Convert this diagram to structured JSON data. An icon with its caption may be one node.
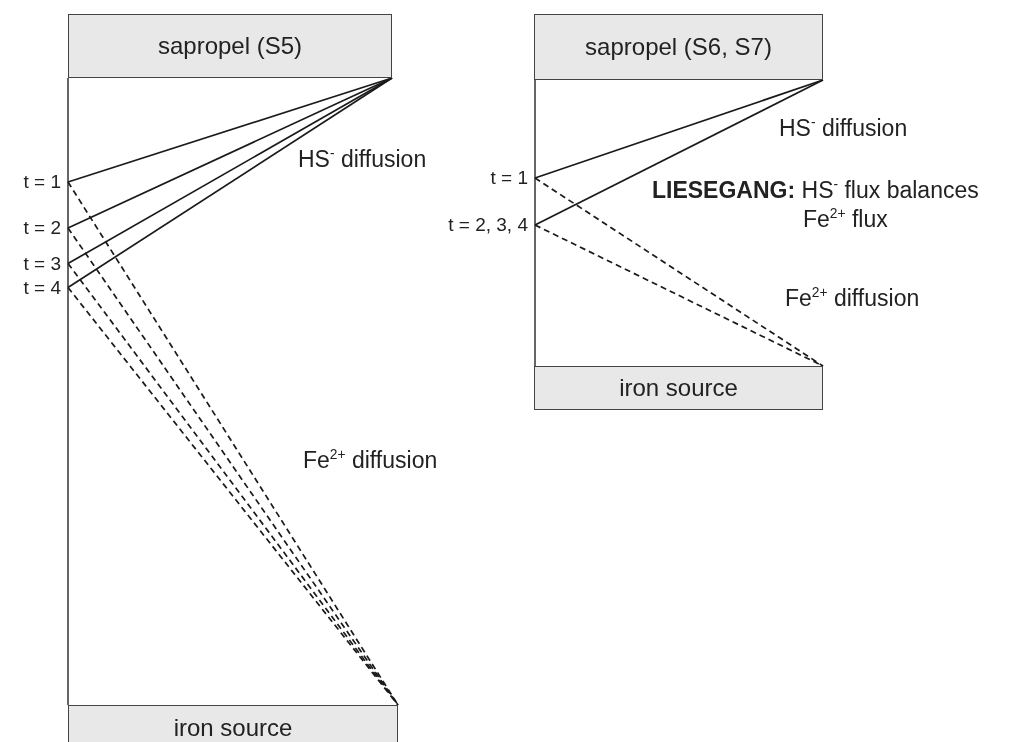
{
  "diagram": {
    "nodes": [
      {
        "text": [
          "sapropel (S5)"
        ]
      },
      {
        "text": [
          "t = 1"
        ]
      },
      {
        "text": [
          "t = 2"
        ]
      },
      {
        "text": [
          "t = 3"
        ]
      },
      {
        "text": [
          "t = 4"
        ]
      },
      {
        "text": [
          "iron source"
        ]
      },
      {
        "text": [
          "sapropel (S6, S7)"
        ]
      },
      {
        "text": [
          "t = 1"
        ]
      },
      {
        "text": [
          "t = 2, 3, 4"
        ]
      },
      {
        "text": [
          "iron source"
        ]
      }
    ],
    "edges": [
      {
        "from": 0,
        "to": 1,
        "arrow": "none"
      },
      {
        "from": 0,
        "to": 2,
        "arrow": "none"
      },
      {
        "from": 0,
        "to": 3,
        "arrow": "none"
      },
      {
        "from": 0,
        "to": 4,
        "arrow": "none"
      },
      {
        "from": 1,
        "to": 5,
        "arrow": "none",
        "style": "dashed"
      },
      {
        "from": 2,
        "to": 5,
        "arrow": "none",
        "style": "dashed"
      },
      {
        "from": 3,
        "to": 5,
        "arrow": "none",
        "style": "dashed"
      },
      {
        "from": 4,
        "to": 5,
        "arrow": "none",
        "style": "dashed"
      },
      {
        "from": 6,
        "to": 7,
        "arrow": "none"
      },
      {
        "from": 6,
        "to": 8,
        "arrow": "none"
      },
      {
        "from": 7,
        "to": 9,
        "arrow": "none",
        "style": "dashed"
      },
      {
        "from": 8,
        "to": 9,
        "arrow": "none",
        "style": "dashed"
      }
    ],
    "labels": [
      "HS$^{-}$ diffusion",
      "Fe$^{2+}$ diffusion",
      "HS$^{-}$ diffusion",
      "**LIESEGANG:** HS$^{-}$ flux balances Fe$^{2+}$ flux",
      "Fe$^{2+}$ diffusion"
    ]
  }
}
